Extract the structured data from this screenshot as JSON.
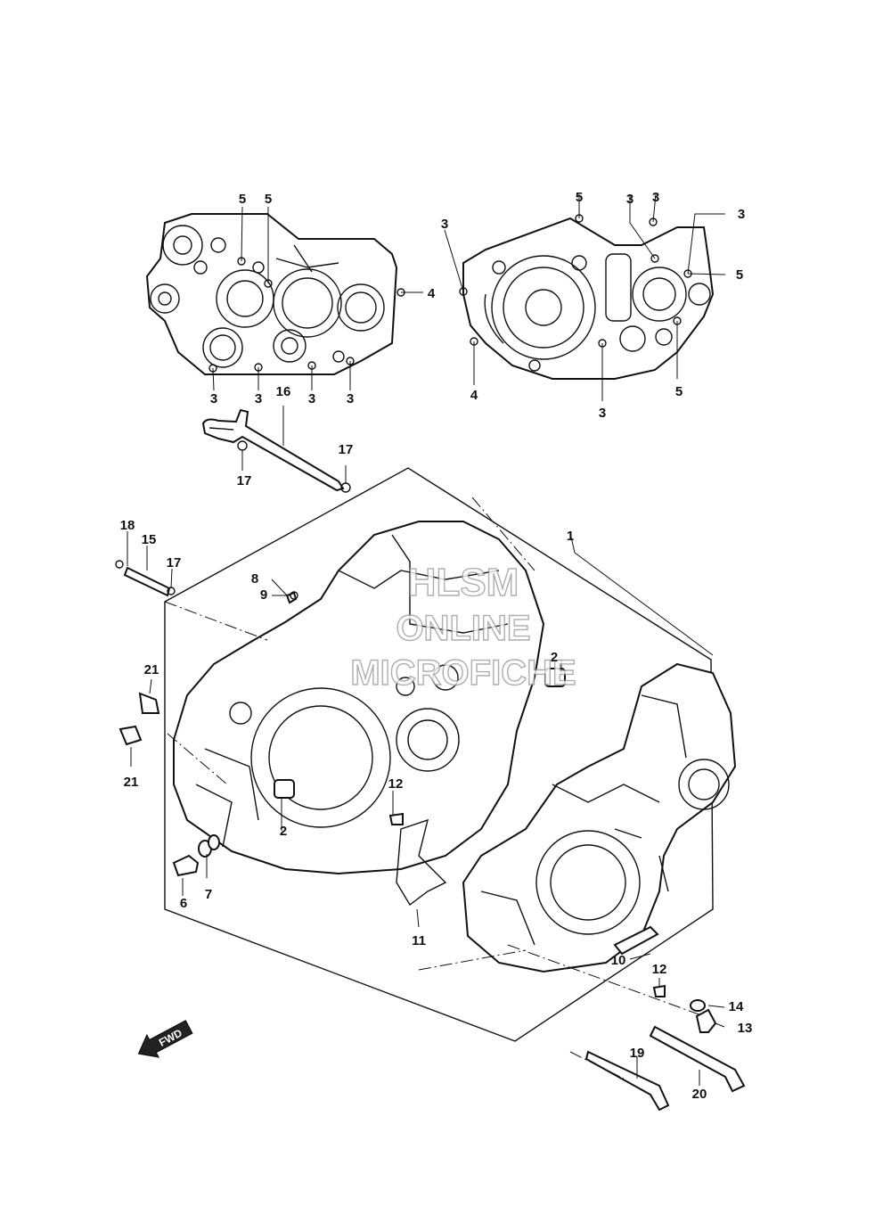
{
  "diagram": {
    "callouts": [
      "1",
      "2",
      "2",
      "3",
      "3",
      "3",
      "3",
      "3",
      "3",
      "3",
      "3",
      "3",
      "4",
      "4",
      "5",
      "5",
      "5",
      "5",
      "5",
      "6",
      "7",
      "8",
      "9",
      "10",
      "11",
      "12",
      "12",
      "13",
      "14",
      "15",
      "16",
      "17",
      "17",
      "17",
      "18",
      "19",
      "20",
      "21",
      "21"
    ],
    "watermark": [
      "HLSM",
      "ONLINE",
      "MICROFICHE"
    ],
    "fwd_label": "FWD"
  }
}
